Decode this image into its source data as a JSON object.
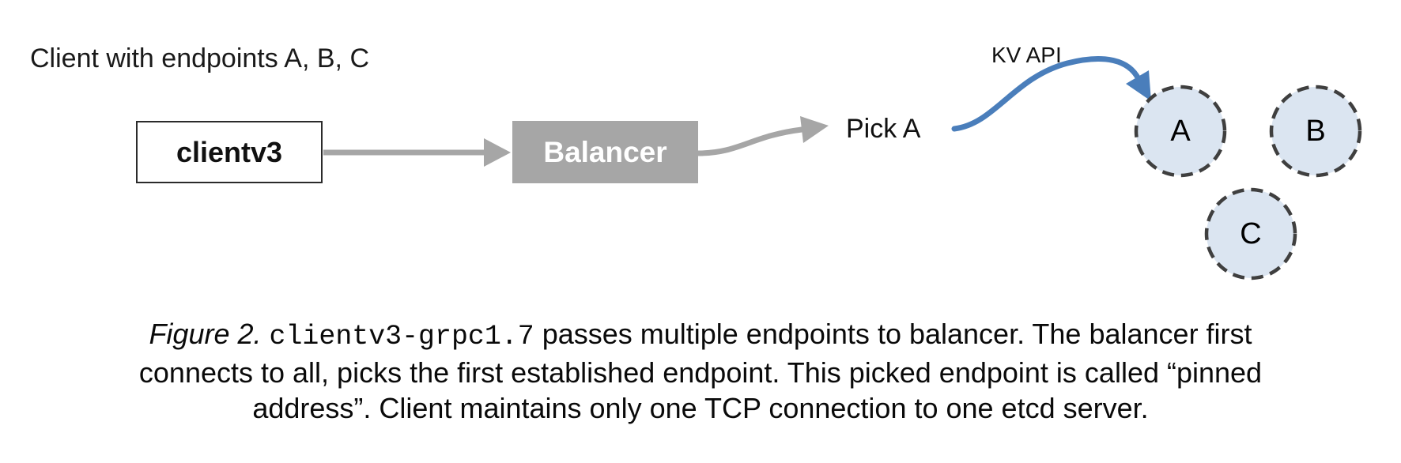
{
  "diagram": {
    "note": "Client with endpoints A, B, C",
    "client_box_label": "clientv3",
    "balancer_box_label": "Balancer",
    "pick_label": "Pick A",
    "kv_api_label": "KV API",
    "endpoints": [
      "A",
      "B",
      "C"
    ]
  },
  "caption": {
    "figure_label": "Figure 2.",
    "code": "clientv3-grpc1.7",
    "line1_rest": " passes multiple endpoints to balancer. The balancer first",
    "line2": "connects to all, picks the first established endpoint. This picked endpoint is called “pinned",
    "line3": "address”. Client maintains only one TCP connection to one etcd server."
  },
  "colors": {
    "connector_gray": "#a6a6a6",
    "kv_api_blue": "#4a7ebb",
    "endpoint_fill": "#dbe5f1",
    "endpoint_border": "#3f3f3f"
  }
}
